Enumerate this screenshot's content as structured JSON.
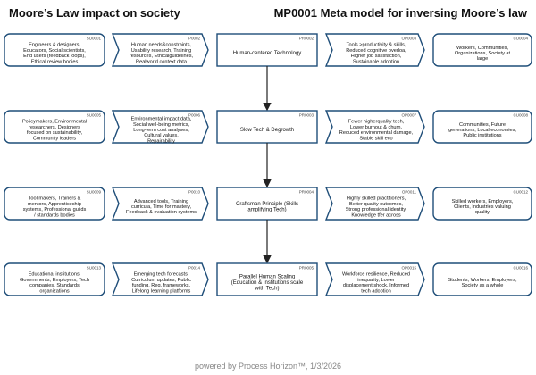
{
  "header": {
    "left_title": "Moore’s Law impact on society",
    "right_title": "MP0001 Meta model for inversing Moore’s law"
  },
  "footer": "powered by Process Horizon™, 1/3/2026",
  "colors": {
    "border": "#1f4e79",
    "arrow": "#222222",
    "text": "#111111",
    "footer": "#888888"
  },
  "rows": [
    {
      "supplier": {
        "code": "SU0001",
        "text": "Engineers & designers, Educators, Social scientists, End users (feedback loops), Ethical review bodies"
      },
      "input": {
        "code": "IP0002",
        "text": "Human needs&constraints, Usability research, Training resources, Ethicalguidelines, Realworld context data"
      },
      "process": {
        "code": "PR0002",
        "text": "Human-centered Technology"
      },
      "output": {
        "code": "OP0003",
        "text": "Tools >productivity & skills, Reduced cognitive overloa, Higher job satisfaction, Sustainable adoption"
      },
      "customer": {
        "code": "CU0004",
        "text": "Workers, Communities, Organizations, Society at large"
      }
    },
    {
      "supplier": {
        "code": "SU0005",
        "text": "Policymakers, Environmental researchers, Designers focused on sustainability, Community leaders"
      },
      "input": {
        "code": "IP0006",
        "text": "Environmental impact data, Social well-being metrics, Long-term cost analyses, Cultural values, Repairability"
      },
      "process": {
        "code": "PR0003",
        "text": "Slow Tech & Degrowth"
      },
      "output": {
        "code": "OP0007",
        "text": "Fewer higherquality tech, Lower burnout & churn, Reduced environmental damage, Stable skill eco"
      },
      "customer": {
        "code": "CU0008",
        "text": "Communities, Future generations, Local economies, Public institutions"
      }
    },
    {
      "supplier": {
        "code": "SU0009",
        "text": "Tool makers, Trainers & mentors, Apprenticeship systems, Professional guilds / standards bodies"
      },
      "input": {
        "code": "IP0010",
        "text": "Advanced tools, Training curricula, Time for mastery, Feedback & evaluation systems"
      },
      "process": {
        "code": "PR0004",
        "text": "Craftsman Principle (Skills amplifying Tech)"
      },
      "output": {
        "code": "OP0011",
        "text": "Highly skilled practitioners, Better quality outcomes, Strong professional identity, Knowledge tfer across"
      },
      "customer": {
        "code": "CU0012",
        "text": "Skilled workers, Employers, Clients, Industries valuing quality"
      }
    },
    {
      "supplier": {
        "code": "SU0013",
        "text": "Educational institutions, Governments, Employers, Tech companies, Standards organizations"
      },
      "input": {
        "code": "IP0014",
        "text": "Emerging tech forecasts, Curriculum updates, Public funding, Reg. frameworks, Lifelong learning platforms"
      },
      "process": {
        "code": "PR0005",
        "text": "Parallel Human Scaling (Education & Institutions scale with Tech)"
      },
      "output": {
        "code": "OP0015",
        "text": "Workforce resilience, Reduced inequality, Lower displacement shock, Informed tech adoption"
      },
      "customer": {
        "code": "CU0016",
        "text": "Students, Workers, Employers, Society as a whole"
      }
    }
  ]
}
